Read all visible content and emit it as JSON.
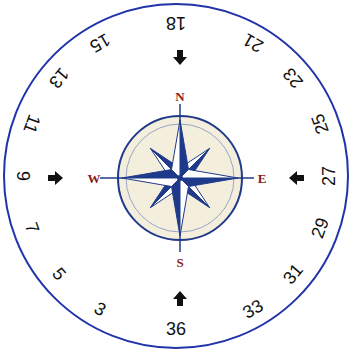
{
  "diagram": {
    "labels": [
      "18",
      "21",
      "23",
      "25",
      "27",
      "29",
      "31",
      "33",
      "36",
      "3",
      "5",
      "7",
      "9",
      "11",
      "13",
      "15",
      "N",
      "E",
      "S",
      "W"
    ]
  }
}
